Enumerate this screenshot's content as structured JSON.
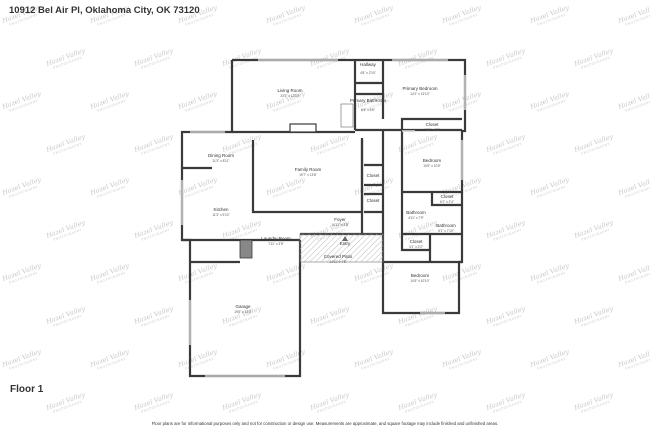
{
  "header": {
    "address": "10912 Bel Air Pl, Oklahoma City, OK 73120"
  },
  "footer": {
    "floor_label": "Floor 1",
    "disclaimer": "Floor plans are for informational purposes only and not for construction or design use. Measurements are approximate, and square footage may include finished and unfinished areas."
  },
  "watermark": {
    "brand": "Hazel Valley",
    "sub": "PHOTOGRAPHY"
  },
  "rooms": {
    "living_room": {
      "name": "Living Room",
      "dims": "23'3\" x 12'10\""
    },
    "primary_bedroom": {
      "name": "Primary Bedroom",
      "dims": "14'1\" x 13'10\""
    },
    "primary_bathroom": {
      "name": "Primary Bathroom",
      "dims": "6'4\" x 8'6\""
    },
    "primary_closet": {
      "name": "Closet",
      "dims": "10'5\" x 3'3\""
    },
    "walkway": {
      "name": "Hallway",
      "dims": "4'8\" x 2'10\""
    },
    "dining_room": {
      "name": "Dining Room",
      "dims": "11'3\" x 8'11\""
    },
    "family_room": {
      "name": "Family Room",
      "dims": "19'7\" x 13'8\""
    },
    "kitchen": {
      "name": "Kitchen",
      "dims": "11'3\" x 9'10\""
    },
    "bedroom_2": {
      "name": "Bedroom",
      "dims": "10'9\" x 10'5\""
    },
    "closet_hall": {
      "name": "Closet",
      "dims": ""
    },
    "closet_small": {
      "name": "Closet",
      "dims": ""
    },
    "closet_bed2": {
      "name": "Closet",
      "dims": "6'1\" x 2'4\""
    },
    "bathroom_1": {
      "name": "Bathroom",
      "dims": "4'11\" x 7'9\""
    },
    "bathroom_2": {
      "name": "Bathroom",
      "dims": "5'1\" x 7'10\""
    },
    "closet_bed3": {
      "name": "Closet",
      "dims": "4'1\" x 2'2\""
    },
    "foyer": {
      "name": "Foyer",
      "dims": "14'11\" x 3'8\""
    },
    "laundry_room": {
      "name": "Laundry Room",
      "dims": "7'11\" x 3'5\""
    },
    "entry": {
      "name": "Entry",
      "dims": ""
    },
    "covered_patio": {
      "name": "Covered Patio",
      "dims": "14'11\" x 7'5\""
    },
    "bedroom_3": {
      "name": "Bedroom",
      "dims": "10'6\" x 10'10\""
    },
    "garage": {
      "name": "Garage",
      "dims": "19'6\" x 23'3\""
    }
  }
}
